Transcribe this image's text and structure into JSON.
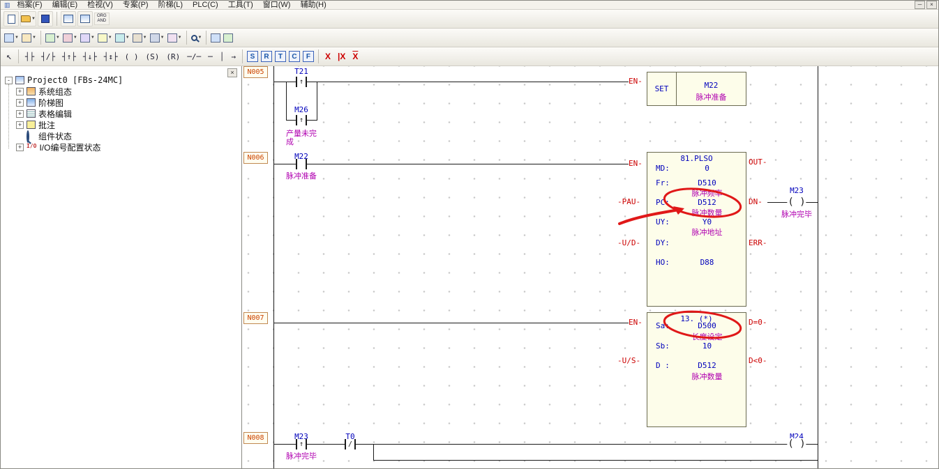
{
  "menu": {
    "app_icon": "▥",
    "items": [
      "档案(F)",
      "编辑(E)",
      "检视(V)",
      "专案(P)",
      "阶梯(L)",
      "PLC(C)",
      "工具(T)",
      "窗口(W)",
      "辅助(H)"
    ],
    "minimize": "─",
    "close": "×"
  },
  "toolbar1": {
    "org": "ORG",
    "and": "AND"
  },
  "toolbar2": {
    "dropdown": "▼"
  },
  "tools": {
    "pointer": "↖",
    "items": [
      "┤├",
      "┤/├",
      "┤↑├",
      "┤↓├",
      "┤↕├",
      "( )",
      "(S)",
      "(R)",
      "─/─",
      "─",
      "│",
      "→"
    ],
    "letters": [
      "S",
      "R",
      "T",
      "C",
      "F"
    ],
    "deletes": [
      "X",
      "|X",
      "X"
    ]
  },
  "tree": {
    "close": "×",
    "minus": "-",
    "plus": "+",
    "root": "Project0 [FBs-24MC]",
    "io_icon": "I/O",
    "items": [
      "系统组态",
      "阶梯图",
      "表格编辑",
      "批注",
      "组件状态",
      "I/O编号配置状态"
    ]
  },
  "networks": {
    "n5": "N005",
    "n6": "N006",
    "n7": "N007",
    "n8": "N008"
  },
  "ladder": {
    "n5": {
      "t21": "T21",
      "t21_sym": "↑",
      "m26": "M26",
      "m26_sym": "↑",
      "m26_cmt1": "产量未完",
      "m26_cmt2": "成",
      "en": "EN-",
      "set_op": "SET",
      "set_val": "M22",
      "set_cmt": "脉冲准备"
    },
    "n6": {
      "m22": "M22",
      "m22_cmt": "脉冲准备",
      "en": "EN-",
      "title": "81.PLSO",
      "pau": "-PAU-",
      "ud": "-U/D-",
      "out": "OUT-",
      "dn": "DN-",
      "err": "ERR-",
      "f_md": "MD:",
      "v_md": "0",
      "f_fr": "Fr:",
      "v_fr": "D510",
      "c_fr": "脉冲频率",
      "f_pc": "PC:",
      "v_pc": "D512",
      "c_pc": "脉冲数量",
      "f_uy": "UY:",
      "v_uy": "Y0",
      "c_uy": "脉冲地址",
      "f_dy": "DY:",
      "f_ho": "HO:",
      "v_ho": "D88",
      "m23": "M23",
      "m23_cmt": "脉冲完毕",
      "coil": "( )"
    },
    "n7": {
      "en": "EN-",
      "title": "13. (*)",
      "us": "-U/S-",
      "deq": "D=0-",
      "dlt": "D<0-",
      "f_sa": "Sa:",
      "v_sa": "D500",
      "c_sa": "长度设定",
      "f_sb": "Sb:",
      "v_sb": "10",
      "f_d": "D :",
      "v_d": "D512",
      "c_d": "脉冲数量"
    },
    "n8": {
      "m23": "M23",
      "m23_sym": "↑",
      "m23_cmt": "脉冲完毕",
      "t0": "T0",
      "t0_sym": "/",
      "m24": "M24",
      "coil": "( )"
    }
  },
  "annotation_color": "#e01818"
}
